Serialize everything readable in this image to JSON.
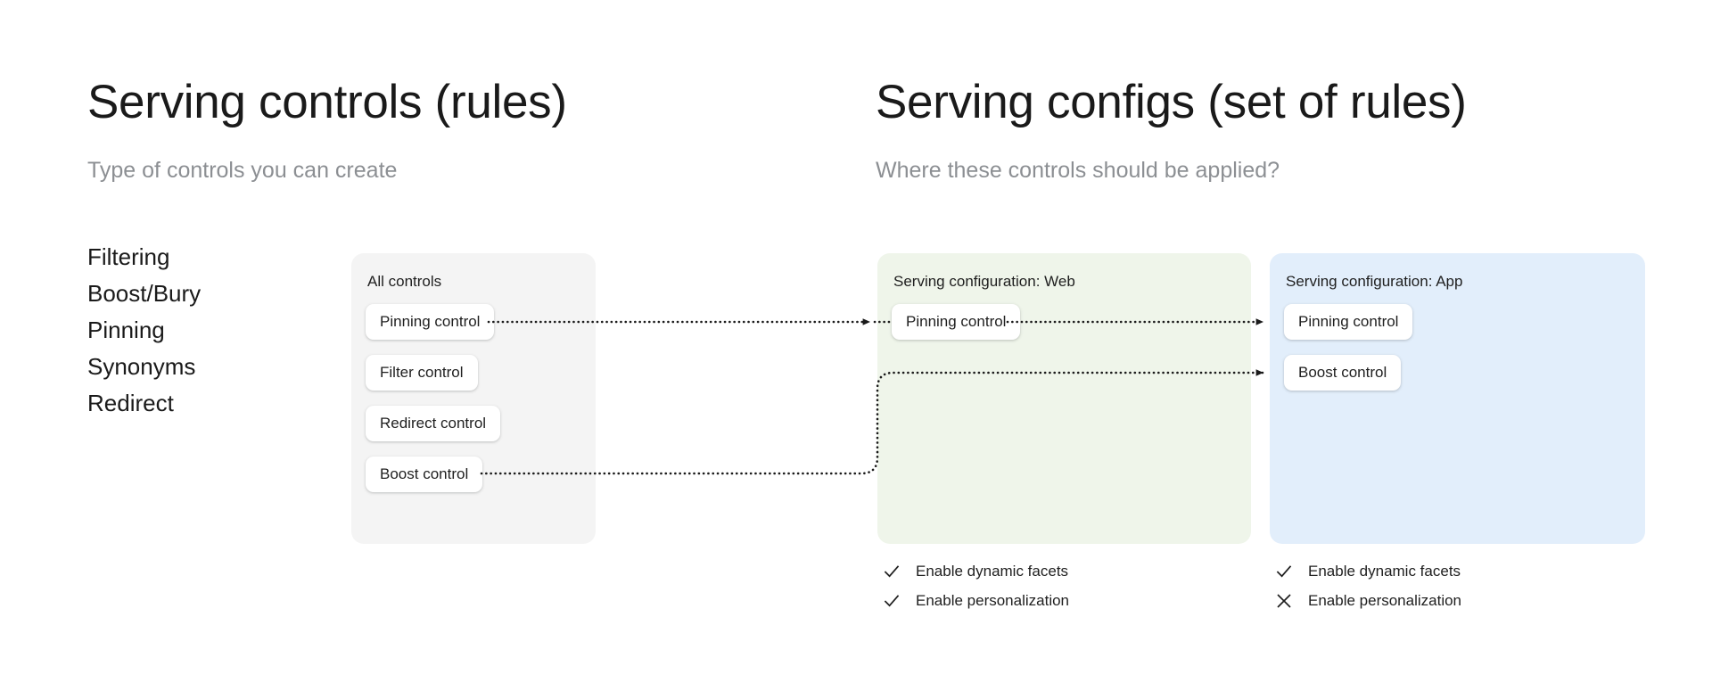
{
  "left_panel": {
    "title": "Serving controls (rules)",
    "subtitle": "Type of controls you can create",
    "control_types": [
      {
        "label": "Filtering"
      },
      {
        "label": "Boost/Bury"
      },
      {
        "label": "Pinning"
      },
      {
        "label": "Synonyms"
      },
      {
        "label": "Redirect"
      }
    ],
    "all_controls_card": {
      "title": "All controls",
      "background_color": "#f4f4f4",
      "chips": [
        {
          "label": "Pinning control"
        },
        {
          "label": "Filter control"
        },
        {
          "label": "Redirect control"
        },
        {
          "label": "Boost control"
        }
      ]
    }
  },
  "right_panel": {
    "title": "Serving configs (set of rules)",
    "subtitle": "Where these controls should be applied?",
    "configs": [
      {
        "title": "Serving configuration: Web",
        "background_color": "#eff5ea",
        "chips": [
          {
            "label": "Pinning control"
          }
        ],
        "features": [
          {
            "icon": "check-icon",
            "label": "Enable dynamic facets",
            "enabled": true
          },
          {
            "icon": "check-icon",
            "label": "Enable personalization",
            "enabled": true
          }
        ]
      },
      {
        "title": "Serving configuration: App",
        "background_color": "#e2eefb",
        "chips": [
          {
            "label": "Pinning control"
          },
          {
            "label": "Boost control"
          }
        ],
        "features": [
          {
            "icon": "check-icon",
            "label": "Enable dynamic facets",
            "enabled": true
          },
          {
            "icon": "cross-icon",
            "label": "Enable personalization",
            "enabled": false
          }
        ]
      }
    ]
  },
  "connectors": [
    {
      "name": "pinning-all-to-web",
      "from": "All controls / Pinning control",
      "to": "Serving configuration: Web / Pinning control",
      "style": "dotted",
      "arrowhead": "triangle-right"
    },
    {
      "name": "pinning-web-to-app",
      "from": "Serving configuration: Web / Pinning control",
      "to": "Serving configuration: App / Pinning control",
      "style": "dotted",
      "arrowhead": "triangle-right"
    },
    {
      "name": "boost-all-to-app",
      "from": "All controls / Boost control",
      "to": "Serving configuration: App / Boost control",
      "style": "dotted",
      "arrowhead": "triangle-right"
    }
  ],
  "colors": {
    "text_primary": "#1f1f1f",
    "text_muted": "#8c8f93",
    "card_gray": "#f4f4f4",
    "card_green": "#eff5ea",
    "card_blue": "#e2eefb",
    "chip_white": "#ffffff",
    "connector": "#1a1a1a",
    "page_background": "#ffffff"
  }
}
